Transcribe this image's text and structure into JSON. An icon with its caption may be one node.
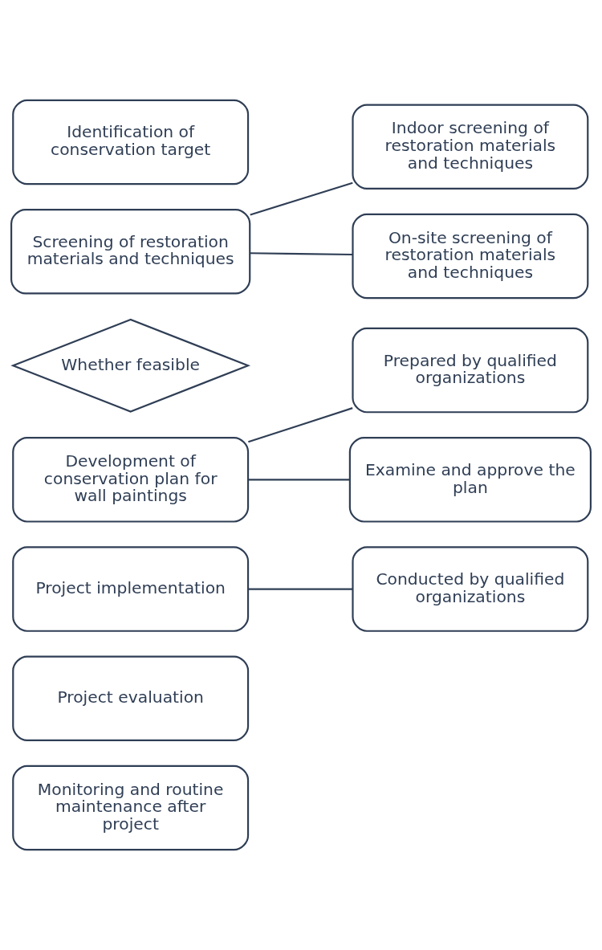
{
  "diagram": {
    "nodes": [
      {
        "text": [
          "Identification of conservation target"
        ]
      },
      {
        "text": [
          "Screening of restoration materials and techniques"
        ]
      },
      {
        "text": [
          "Indoor screening of restoration materials and techniques"
        ]
      },
      {
        "text": [
          "On-site screening of restoration materials and techniques"
        ]
      },
      {
        "text": [
          "Whether feasible"
        ]
      },
      {
        "text": [
          "Development of conservation plan for wall paintings"
        ]
      },
      {
        "text": [
          "Prepared by qualified organizations"
        ]
      },
      {
        "text": [
          "Examine and approve the plan"
        ]
      },
      {
        "text": [
          "Project implementation"
        ]
      },
      {
        "text": [
          "Conducted by qualified organizations"
        ]
      },
      {
        "text": [
          "Project evaluation"
        ]
      },
      {
        "text": [
          "Monitoring and routine maintenance after project"
        ]
      }
    ],
    "edges": [
      {
        "from": 1,
        "to": 2,
        "arrow": "none"
      },
      {
        "from": 1,
        "to": 3,
        "arrow": "none"
      },
      {
        "from": 5,
        "to": 6,
        "arrow": "none"
      },
      {
        "from": 5,
        "to": 7,
        "arrow": "none"
      },
      {
        "from": 8,
        "to": 9,
        "arrow": "none"
      }
    ]
  }
}
